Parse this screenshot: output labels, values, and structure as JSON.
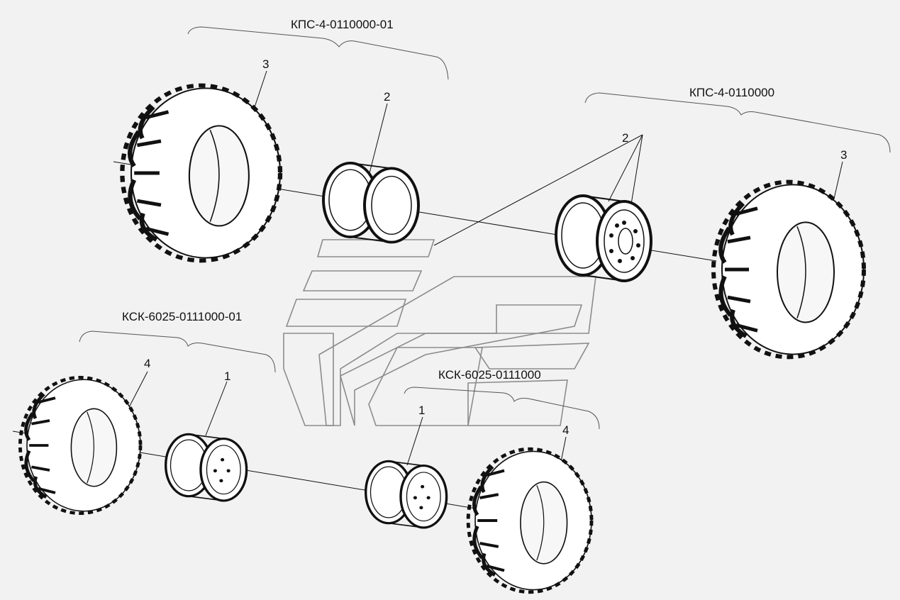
{
  "groups": {
    "kps_top": "КПС-4-0110000-01",
    "kps_right": "КПС-4-0110000",
    "ksk_left": "КСК-6025-0111000-01",
    "ksk_bottom": "КСК-6025-0111000"
  },
  "callouts": {
    "tire_top": "3",
    "rim_top": "2",
    "rim_right": "2",
    "tire_right": "3",
    "tire_left": "4",
    "rim_left": "1",
    "rim_bottom": "1",
    "tire_bottom": "4"
  },
  "colors": {
    "ink": "#111111",
    "logo": "#8c8c8c",
    "background": "#f2f2f2"
  }
}
